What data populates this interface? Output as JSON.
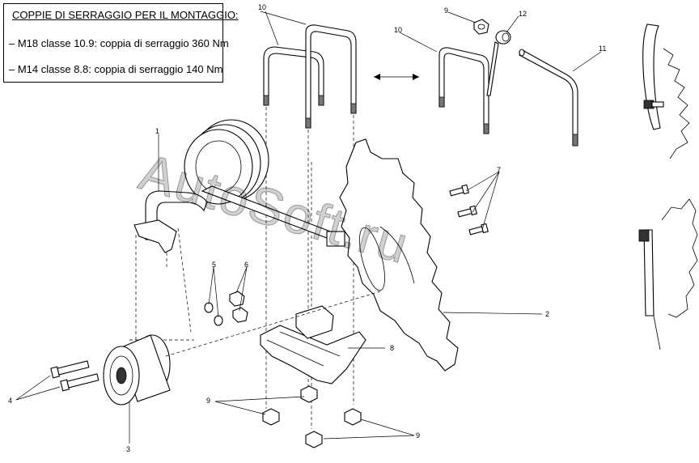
{
  "torque_box": {
    "title": "COPPIE DI SERRAGGIO PER IL MONTAGGIO:",
    "line_1": "– M18 classe 10.9: coppia di serraggio 360 Nm",
    "line_2": "– M14 classe 8.8: coppia di serraggio 140 Nm"
  },
  "watermark": "AutoSoft.ru",
  "callouts": {
    "c1": "1",
    "c2": "2",
    "c3": "3",
    "c4": "4",
    "c5": "5",
    "c6": "6",
    "c7": "7",
    "c8": "8",
    "c9a": "9",
    "c9b": "9",
    "c9c": "9",
    "c10a": "10",
    "c10b": "10",
    "c11": "11",
    "c12": "12"
  }
}
